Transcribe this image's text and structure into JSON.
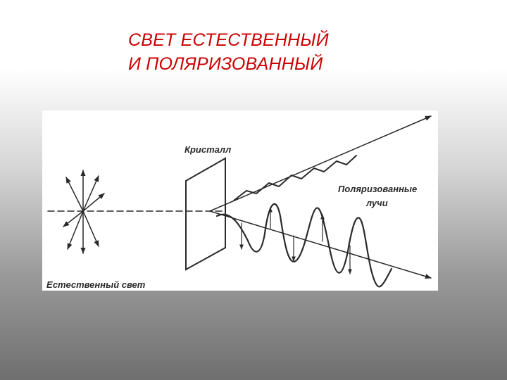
{
  "slide": {
    "title_line1": "СВЕТ ЕСТЕСТВЕННЫЙ",
    "title_line2": "И ПОЛЯРИЗОВАННЫЙ",
    "title_color": "#cc0000"
  },
  "figure": {
    "label_crystal": "Кристалл",
    "label_polarized_1": "Поляризованные",
    "label_polarized_2": "лучи",
    "label_natural_light": "Естественный свет",
    "ink_color": "#2a2a2a"
  }
}
